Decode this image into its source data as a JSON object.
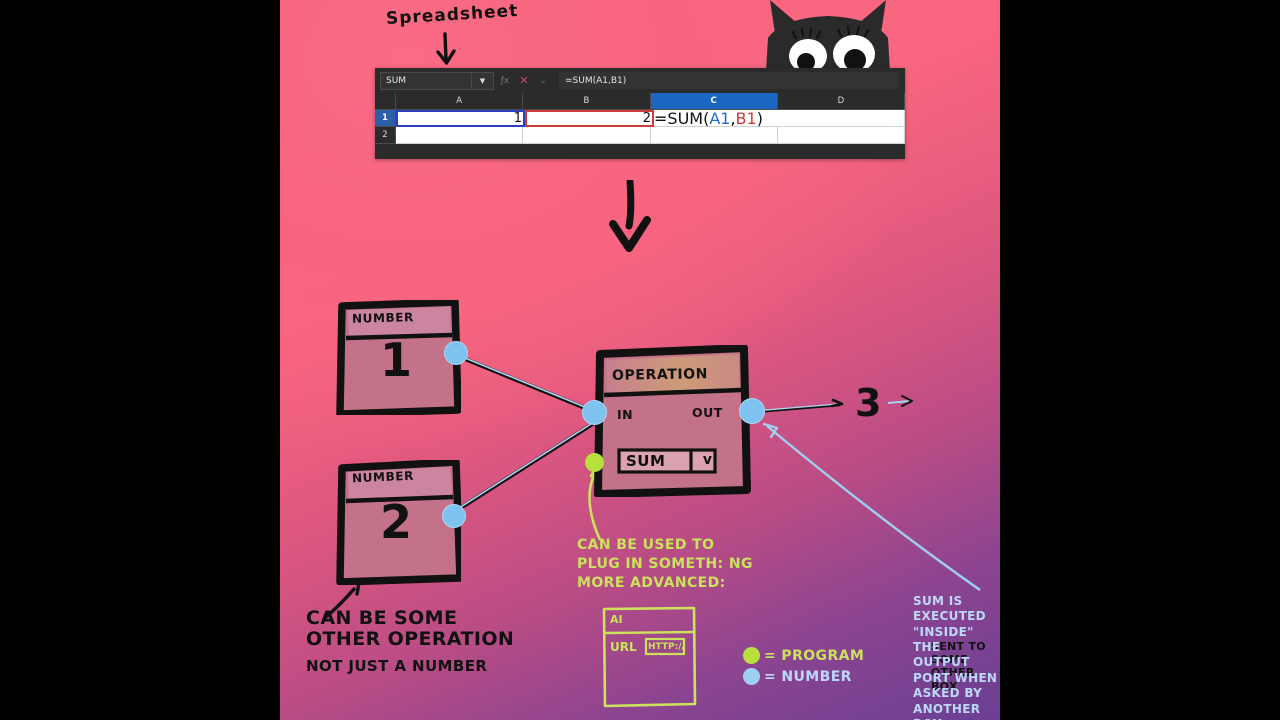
{
  "annotations": {
    "spreadsheet_label": "Spreadsheet",
    "other_operation": "CAN BE SOME\nOTHER OPERATION",
    "not_just_number": "NOT JUST A NUMBER",
    "plug_in": "CAN BE USED TO\nPLUG IN SOMETH: NG\nMORE ADVANCED:",
    "sent_to": "SENT TO\nSOME OTHER\nBOX",
    "sum_executed": "SUM IS\nEXECUTED\n\"INSIDE\"\nTHE OUTPUT\nPORT WHEN\nASKED BY\nANOTHER BOX",
    "result_number": "3"
  },
  "spreadsheet": {
    "name_box_value": "SUM",
    "formula_bar_value": "=SUM(A1,B1)",
    "toolbar_icons": [
      "fx-icon",
      "cancel-x-icon",
      "confirm-check-icon"
    ],
    "column_headers": [
      "A",
      "B",
      "C",
      "D"
    ],
    "selected_column": "C",
    "row_headers": [
      "1",
      "2"
    ],
    "selected_row": "1",
    "cells": {
      "a1": "1",
      "b1": "2",
      "c1_prefix": "=SUM(",
      "c1_ref_a": "A1",
      "c1_comma": ",",
      "c1_ref_b": "B1",
      "c1_suffix": ")",
      "d1": "",
      "a2": "",
      "b2": "",
      "c2": "",
      "d2": ""
    }
  },
  "nodes": {
    "number1": {
      "title": "NUMBER",
      "value": "1"
    },
    "number2": {
      "title": "NUMBER",
      "value": "2"
    },
    "operation": {
      "title": "OPERATION",
      "input_port_label": "IN",
      "output_port_label": "OUT",
      "selected_operation": "SUM",
      "dropdown_chevron": "v"
    }
  },
  "ai_window": {
    "title": "AI",
    "url_label": "URL",
    "url_value": "HTTP://"
  },
  "legend": {
    "items": [
      {
        "swatch": "green",
        "label": "= PROGRAM",
        "color": "#b8e03c"
      },
      {
        "swatch": "blue",
        "label": "= NUMBER",
        "color": "#9fd0f2"
      }
    ]
  },
  "colors": {
    "background_top": "#fa6b84",
    "background_bottom": "#6b3f93",
    "port_number": "#7ec2f0",
    "port_program": "#b8e03c",
    "annotation_green": "#cbe25c",
    "annotation_blue": "#bcd8f7",
    "sheet_chrome": "#2b2b2b",
    "sheet_selection_blue": "#1a66c2",
    "cell_ref_a_color": "#1f6fd0",
    "cell_ref_b_color": "#d03a3a"
  }
}
